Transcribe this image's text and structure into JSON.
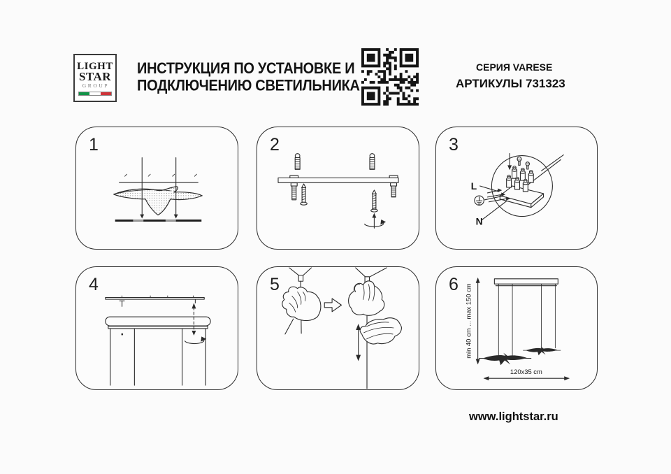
{
  "header": {
    "logo": {
      "line1": "LIGHT",
      "line2": "STAR",
      "line3": "GROUP"
    },
    "title": {
      "line1": "ИНСТРУКЦИЯ ПО УСТАНОВКЕ И",
      "line2": "ПОДКЛЮЧЕНИЮ СВЕТИЛЬНИКА"
    },
    "series": "СЕРИЯ VARESE",
    "articles": "АРТИКУЛЫ 731323"
  },
  "steps": [
    {
      "number": "1"
    },
    {
      "number": "2"
    },
    {
      "number": "3"
    },
    {
      "number": "4"
    },
    {
      "number": "5"
    },
    {
      "number": "6"
    }
  ],
  "panels": {
    "p3": {
      "label_l": "L",
      "label_n": "N",
      "ground_icon": "earth-ground-symbol"
    },
    "p6": {
      "height_range": "min 40 cm ... max 150 cm",
      "size_label": "120x35 cm"
    }
  },
  "footer": {
    "website": "www.lightstar.ru"
  },
  "icons": [
    "qr-code",
    "italy-flag-icon",
    "rotation-arrow-icon",
    "earth-ground-icon",
    "hand-icon"
  ],
  "colors": {
    "line": "#2a2a2a",
    "flag_green": "#119347",
    "flag_red": "#cf3339",
    "paper": "#fbfbfb"
  }
}
